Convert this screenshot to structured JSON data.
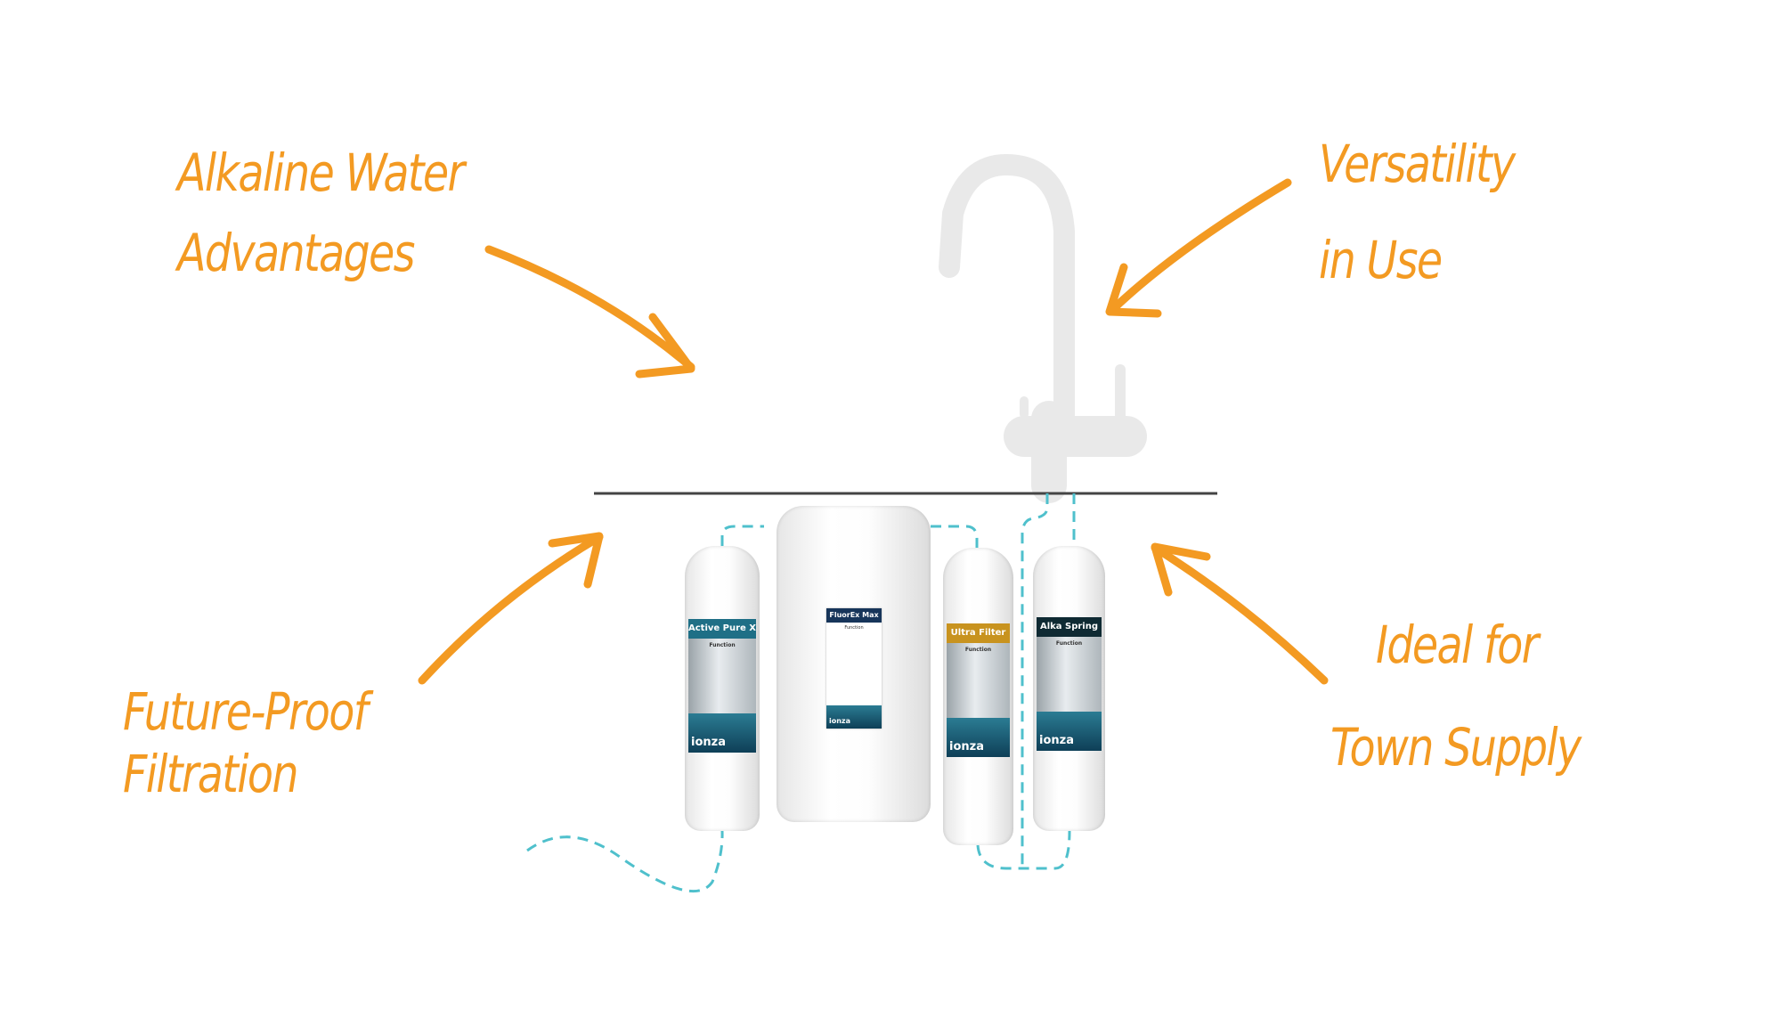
{
  "callouts": {
    "alkaline": [
      "Alkaline Water",
      "Advantages"
    ],
    "versatility": [
      "Versatility",
      "in Use"
    ],
    "future_proof": [
      "Future-Proof",
      "Filtration"
    ],
    "town_supply": [
      "Ideal for",
      "Town Supply"
    ]
  },
  "filters": [
    {
      "name": "Active Pure Xtra",
      "band_color": "#1f6f86",
      "section": "Function",
      "brand": "ionza"
    },
    {
      "name": "FluorEx Max",
      "band_color": "#17355a",
      "section": "Function",
      "brand": "ionza"
    },
    {
      "name": "Ultra Filter",
      "band_color": "#c8931f",
      "section": "Function",
      "brand": "ionza"
    },
    {
      "name": "Alka Spring",
      "band_color": "#0f2a33",
      "section": "Function",
      "brand": "ionza"
    }
  ],
  "colors": {
    "accent": "#f39a22",
    "tubing": "#4fc0cc",
    "counter": "#444444"
  }
}
